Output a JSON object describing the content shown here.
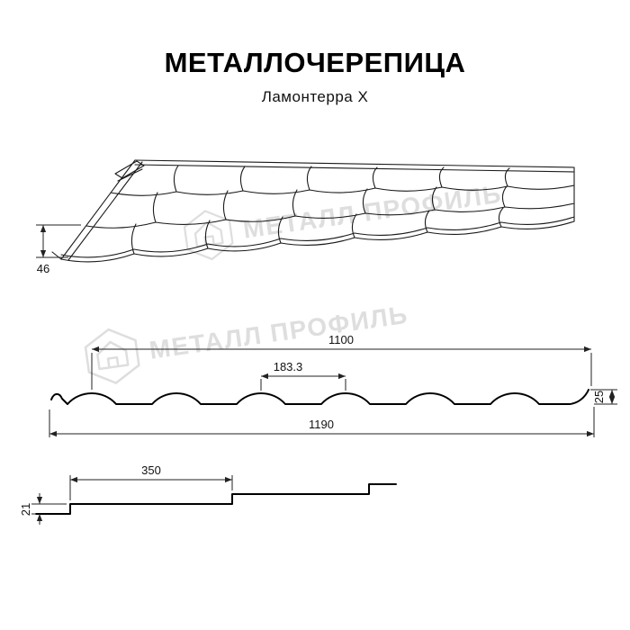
{
  "header": {
    "title": "МЕТАЛЛОЧЕРЕПИЦА",
    "subtitle": "Ламонтерра X"
  },
  "watermark": {
    "text": "МЕТАЛЛ ПРОФИЛЬ",
    "logo_icon": "metall-profil-logo",
    "color": "#dedede"
  },
  "drawing": {
    "roof_view": {
      "dim_height": "46"
    },
    "cross_section": {
      "dim_useful_width": "1100",
      "dim_wave_step": "183.3",
      "dim_profile_height": "25",
      "dim_full_width": "1190"
    },
    "step_section": {
      "dim_module_length": "350",
      "dim_step_height": "21"
    }
  },
  "colors": {
    "line": "#1a1a1a",
    "dimension": "#222222",
    "background": "#ffffff",
    "watermark": "#dedede"
  }
}
